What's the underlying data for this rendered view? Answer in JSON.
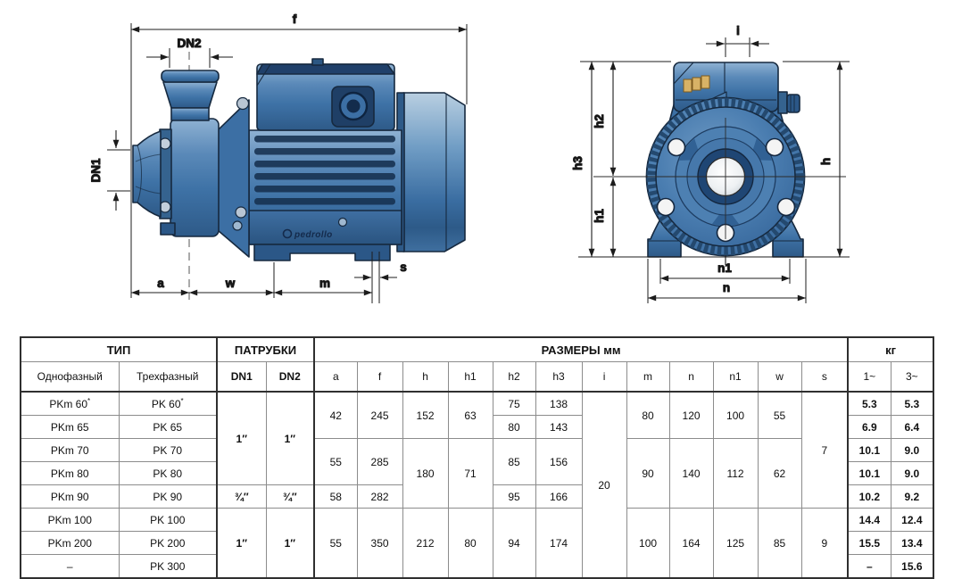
{
  "diagram": {
    "side": {
      "f": "f",
      "dn2": "DN2",
      "dn1": "DN1",
      "a": "a",
      "w": "w",
      "m": "m",
      "s": "s",
      "brand": "pedrollo"
    },
    "front": {
      "i": "i",
      "h2": "h2",
      "h3": "h3",
      "h1": "h1",
      "h": "h",
      "n1": "n1",
      "n": "n"
    }
  },
  "table": {
    "groups": [
      {
        "label": "ТИП",
        "span": 2
      },
      {
        "label": "ПАТРУБКИ",
        "span": 2
      },
      {
        "label": "РАЗМЕРЫ мм",
        "span": 12
      },
      {
        "label": "кг",
        "span": 2
      }
    ],
    "columns": [
      {
        "label": "Однофазный",
        "w": 110
      },
      {
        "label": "Трехфазный",
        "w": 110
      },
      {
        "label": "DN1",
        "w": 55,
        "bold": true
      },
      {
        "label": "DN2",
        "w": 54,
        "bold": true
      },
      {
        "label": "a",
        "w": 48
      },
      {
        "label": "f",
        "w": 51
      },
      {
        "label": "h",
        "w": 51
      },
      {
        "label": "h1",
        "w": 50
      },
      {
        "label": "h2",
        "w": 48
      },
      {
        "label": "h3",
        "w": 52
      },
      {
        "label": "i",
        "w": 50
      },
      {
        "label": "m",
        "w": 48
      },
      {
        "label": "n",
        "w": 49
      },
      {
        "label": "n1",
        "w": 50
      },
      {
        "label": "w",
        "w": 49
      },
      {
        "label": "s",
        "w": 52
      },
      {
        "label": "1~",
        "w": 48
      },
      {
        "label": "3~",
        "w": 48
      }
    ],
    "rows": [
      {
        "cells": [
          {
            "col": 0,
            "text": "PKm 60",
            "sup": "*",
            "left": true
          },
          {
            "col": 1,
            "text": "PK 60",
            "sup": "*",
            "left": true
          },
          {
            "col": 2,
            "rs": 4,
            "text": "1″",
            "bold": true
          },
          {
            "col": 3,
            "rs": 4,
            "text": "1″",
            "bold": true
          },
          {
            "col": 4,
            "rs": 2,
            "text": "42"
          },
          {
            "col": 5,
            "rs": 2,
            "text": "245"
          },
          {
            "col": 6,
            "rs": 2,
            "text": "152"
          },
          {
            "col": 7,
            "rs": 2,
            "text": "63"
          },
          {
            "col": 8,
            "text": "75"
          },
          {
            "col": 9,
            "text": "138"
          },
          {
            "col": 10,
            "rs": 8,
            "text": "20"
          },
          {
            "col": 11,
            "rs": 2,
            "text": "80"
          },
          {
            "col": 12,
            "rs": 2,
            "text": "120"
          },
          {
            "col": 13,
            "rs": 2,
            "text": "100"
          },
          {
            "col": 14,
            "rs": 2,
            "text": "55"
          },
          {
            "col": 15,
            "rs": 5,
            "text": "7"
          },
          {
            "col": 16,
            "text": "5.3",
            "bold": true
          },
          {
            "col": 17,
            "text": "5.3",
            "bold": true
          }
        ]
      },
      {
        "cells": [
          {
            "col": 0,
            "text": "PKm 65",
            "left": true
          },
          {
            "col": 1,
            "text": "PK 65",
            "left": true
          },
          {
            "col": 8,
            "text": "80"
          },
          {
            "col": 9,
            "text": "143"
          },
          {
            "col": 16,
            "text": "6.9",
            "bold": true
          },
          {
            "col": 17,
            "text": "6.4",
            "bold": true
          }
        ]
      },
      {
        "cells": [
          {
            "col": 0,
            "text": "PKm 70",
            "left": true
          },
          {
            "col": 1,
            "text": "PK 70",
            "left": true
          },
          {
            "col": 4,
            "rs": 2,
            "text": "55"
          },
          {
            "col": 5,
            "rs": 2,
            "text": "285"
          },
          {
            "col": 6,
            "rs": 3,
            "text": "180"
          },
          {
            "col": 7,
            "rs": 3,
            "text": "71"
          },
          {
            "col": 8,
            "rs": 2,
            "text": "85"
          },
          {
            "col": 9,
            "rs": 2,
            "text": "156"
          },
          {
            "col": 11,
            "rs": 3,
            "text": "90"
          },
          {
            "col": 12,
            "rs": 3,
            "text": "140"
          },
          {
            "col": 13,
            "rs": 3,
            "text": "112"
          },
          {
            "col": 14,
            "rs": 3,
            "text": "62"
          },
          {
            "col": 16,
            "text": "10.1",
            "bold": true
          },
          {
            "col": 17,
            "text": "9.0",
            "bold": true
          }
        ]
      },
      {
        "cells": [
          {
            "col": 0,
            "text": "PKm 80",
            "left": true
          },
          {
            "col": 1,
            "text": "PK 80",
            "left": true
          },
          {
            "col": 16,
            "text": "10.1",
            "bold": true
          },
          {
            "col": 17,
            "text": "9.0",
            "bold": true
          }
        ]
      },
      {
        "cells": [
          {
            "col": 0,
            "text": "PKm 90",
            "left": true
          },
          {
            "col": 1,
            "text": "PK 90",
            "left": true
          },
          {
            "col": 2,
            "text": "¾″",
            "bold": true
          },
          {
            "col": 3,
            "text": "¾″",
            "bold": true
          },
          {
            "col": 4,
            "text": "58"
          },
          {
            "col": 5,
            "text": "282"
          },
          {
            "col": 8,
            "text": "95"
          },
          {
            "col": 9,
            "text": "166"
          },
          {
            "col": 16,
            "text": "10.2",
            "bold": true
          },
          {
            "col": 17,
            "text": "9.2",
            "bold": true
          }
        ]
      },
      {
        "cells": [
          {
            "col": 0,
            "text": "PKm 100",
            "left": true
          },
          {
            "col": 1,
            "text": "PK 100",
            "left": true
          },
          {
            "col": 2,
            "rs": 3,
            "text": "1″",
            "bold": true
          },
          {
            "col": 3,
            "rs": 3,
            "text": "1″",
            "bold": true
          },
          {
            "col": 4,
            "rs": 3,
            "text": "55"
          },
          {
            "col": 5,
            "rs": 3,
            "text": "350"
          },
          {
            "col": 6,
            "rs": 3,
            "text": "212"
          },
          {
            "col": 7,
            "rs": 3,
            "text": "80"
          },
          {
            "col": 8,
            "rs": 3,
            "text": "94"
          },
          {
            "col": 9,
            "rs": 3,
            "text": "174"
          },
          {
            "col": 11,
            "rs": 3,
            "text": "100"
          },
          {
            "col": 12,
            "rs": 3,
            "text": "164"
          },
          {
            "col": 13,
            "rs": 3,
            "text": "125"
          },
          {
            "col": 14,
            "rs": 3,
            "text": "85"
          },
          {
            "col": 15,
            "rs": 3,
            "text": "9"
          },
          {
            "col": 16,
            "text": "14.4",
            "bold": true
          },
          {
            "col": 17,
            "text": "12.4",
            "bold": true
          }
        ]
      },
      {
        "cells": [
          {
            "col": 0,
            "text": "PKm 200",
            "left": true
          },
          {
            "col": 1,
            "text": "PK 200",
            "left": true
          },
          {
            "col": 16,
            "text": "15.5",
            "bold": true
          },
          {
            "col": 17,
            "text": "13.4",
            "bold": true
          }
        ]
      },
      {
        "cells": [
          {
            "col": 0,
            "text": "–",
            "left": true
          },
          {
            "col": 1,
            "text": "PK 300",
            "left": true
          },
          {
            "col": 16,
            "text": "–",
            "bold": true
          },
          {
            "col": 17,
            "text": "15.6",
            "bold": true
          }
        ]
      }
    ]
  }
}
